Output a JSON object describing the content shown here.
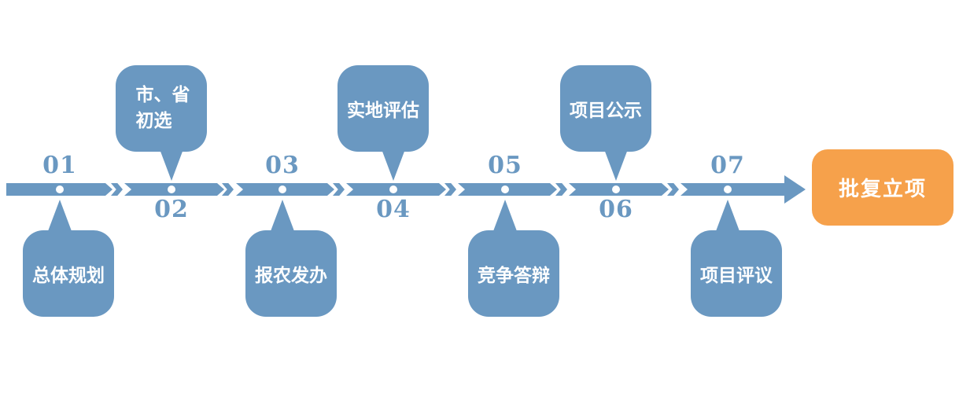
{
  "diagram": {
    "type": "process-timeline",
    "colors": {
      "blue": "#6A98C1",
      "orange": "#F6A14B",
      "label_text": "#FFFFFF"
    },
    "stations": [
      {
        "number": "01",
        "label": "总体规划",
        "bubble_position": "below"
      },
      {
        "number": "02",
        "label": "市、省初选",
        "label_line1": "市、省",
        "label_line2": "初选",
        "bubble_position": "above"
      },
      {
        "number": "03",
        "label": "报农发办",
        "bubble_position": "below"
      },
      {
        "number": "04",
        "label": "实地评估",
        "bubble_position": "above"
      },
      {
        "number": "05",
        "label": "竞争答辩",
        "bubble_position": "below"
      },
      {
        "number": "06",
        "label": "项目公示",
        "bubble_position": "above"
      },
      {
        "number": "07",
        "label": "项目评议",
        "bubble_position": "below"
      }
    ],
    "end_label": "批复立项"
  }
}
